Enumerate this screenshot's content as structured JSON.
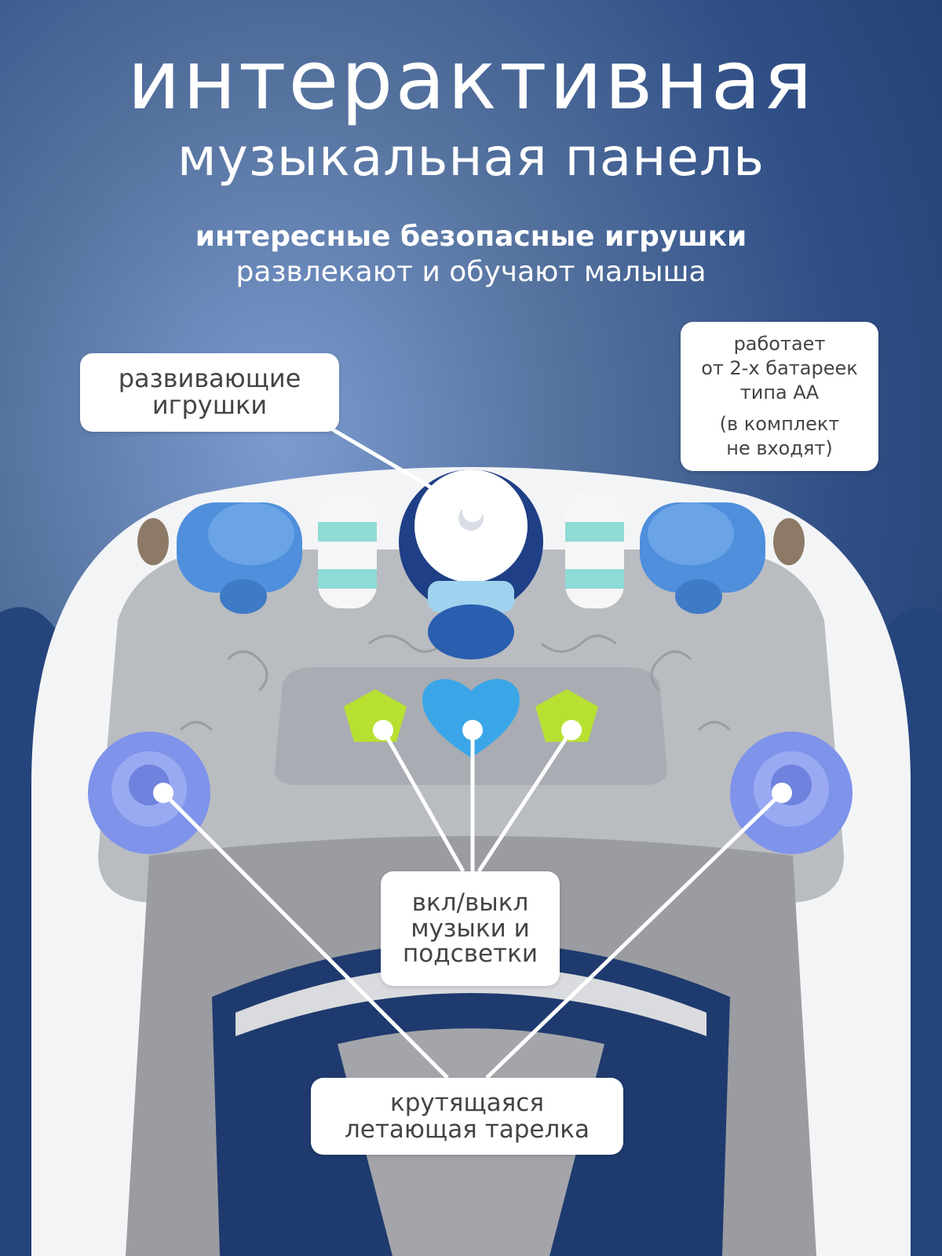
{
  "headline": {
    "line1": "интерактивная",
    "line2": "музыкальная панель"
  },
  "subheadline": {
    "bold": "интересные безопасные игрушки",
    "regular": "развлекают и обучают малыша"
  },
  "callouts": {
    "toys": [
      "развивающие",
      "игрушки"
    ],
    "battery": [
      "работает",
      "от 2-х батареек",
      "типа АА"
    ],
    "battery_note": [
      "(в комплект",
      "не входят)"
    ],
    "music": [
      "вкл/выкл",
      "музыки и",
      "подсветки"
    ],
    "ufo": [
      "крутящаяся",
      "летающая тарелка"
    ]
  },
  "colors": {
    "background": "#2f4f86",
    "toy_blue": "#4f8fdc",
    "heart_button": "#3aa6e8",
    "pentagon_buttons": "#b8e032",
    "ufo_purple": "#7f93ea",
    "panel_gray": "#b9bcc1"
  }
}
